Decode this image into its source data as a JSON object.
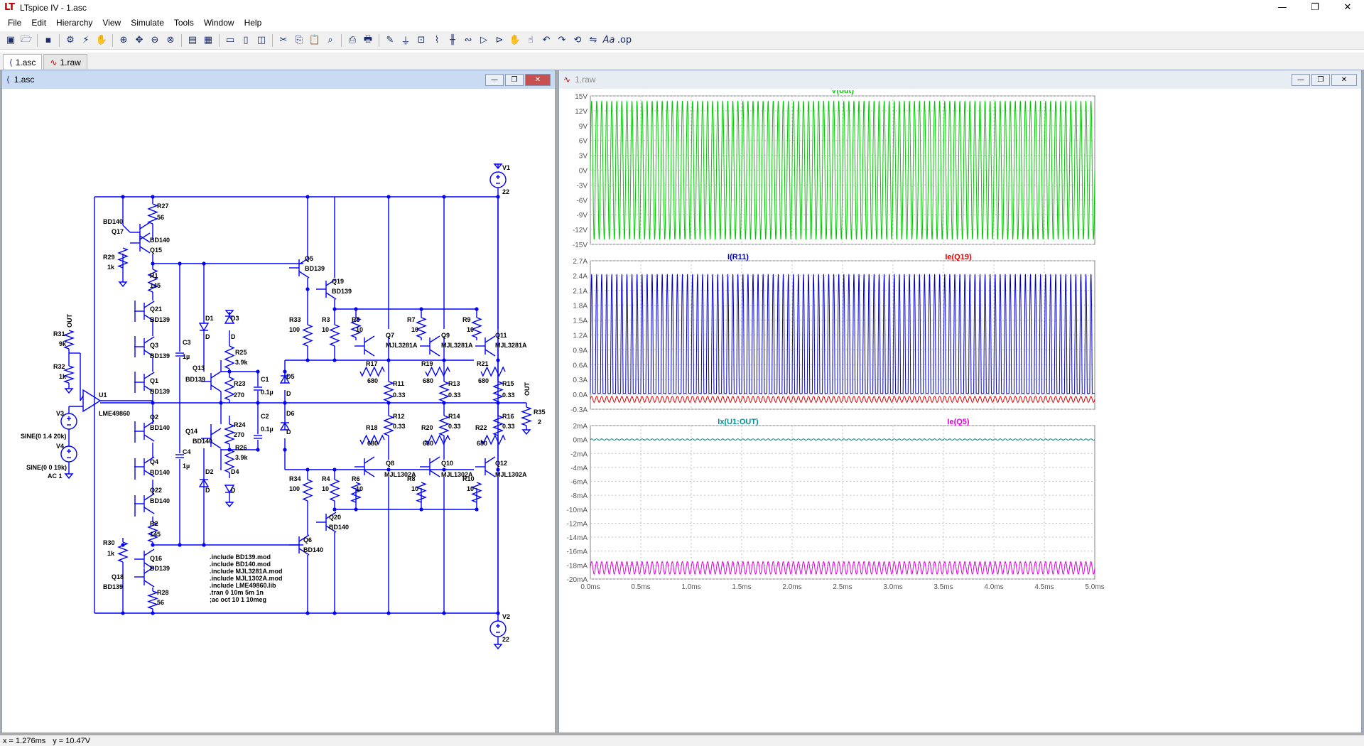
{
  "window": {
    "title": "LTspice IV - 1.asc",
    "app_icon": "ltspice-logo-icon"
  },
  "menu": [
    "File",
    "Edit",
    "Hierarchy",
    "View",
    "Simulate",
    "Tools",
    "Window",
    "Help"
  ],
  "tabs": [
    {
      "label": "1.asc",
      "icon": "schematic-icon"
    },
    {
      "label": "1.raw",
      "icon": "waveform-icon"
    }
  ],
  "schematic_window": {
    "title": "1.asc"
  },
  "waveform_window": {
    "title": "1.raw"
  },
  "colors": {
    "wire": "#0000ff",
    "green": "#00c800",
    "blue": "#0000c8",
    "red": "#e00000",
    "teal": "#009090",
    "magenta": "#e000e0",
    "grid": "#c0c0c0"
  },
  "schematic": {
    "labels": [
      "V1",
      "22",
      "V2",
      "22",
      "R27",
      "56",
      "BD140",
      "Q17",
      "BD140",
      "Q15",
      "R29",
      "1k",
      "R1",
      "145",
      "Q21",
      "BD139",
      "Q3",
      "BD139",
      "Q1",
      "BD139",
      "Q2",
      "BD140",
      "Q4",
      "BD140",
      "Q22",
      "BD140",
      "R2",
      "145",
      "R30",
      "1k",
      "Q16",
      "BD139",
      "Q18",
      "BD139",
      "R28",
      "56",
      "R31",
      "9k",
      "R32",
      "1k",
      "OUT",
      "U1",
      "LME49860",
      "V3",
      "SINE(0 1.4 20k)",
      "V4",
      "SINE(0 0 19k)",
      "AC 1",
      "C3",
      "1µ",
      "C4",
      "1µ",
      "D1",
      "D",
      "D2",
      "D",
      "D3",
      "D",
      "D4",
      "D",
      "R25",
      "3.9k",
      "R26",
      "3.9k",
      "Q13",
      "BD139",
      "Q14",
      "BD140",
      "R23",
      "270",
      "R24",
      "270",
      "C1",
      "0.1µ",
      "C2",
      "0.1µ",
      "D5",
      "D",
      "D6",
      "D",
      "Q5",
      "BD139",
      "Q19",
      "BD139",
      "R33",
      "100",
      "R3",
      "10",
      "R34",
      "100",
      "R4",
      "10",
      "Q6",
      "BD140",
      "Q20",
      "BD140",
      "R5",
      "10",
      "Q7",
      "MJL3281A",
      "R7",
      "10",
      "Q9",
      "MJL3281A",
      "R9",
      "10",
      "Q11",
      "MJL3281A",
      "R17",
      "680",
      "R19",
      "680",
      "R21",
      "680",
      "R11",
      "0.33",
      "R13",
      "0.33",
      "R15",
      "0.33",
      "R12",
      "0.33",
      "R14",
      "0.33",
      "R16",
      "0.33",
      "R18",
      "680",
      "R20",
      "680",
      "R22",
      "680",
      "R6",
      "10",
      "Q8",
      "MJL1302A",
      "R8",
      "10",
      "Q10",
      "MJL1302A",
      "R10",
      "10",
      "Q12",
      "MJL1302A",
      "OUT",
      "R35",
      "2"
    ],
    "directives": [
      ".include BD139.mod",
      ".include BD140.mod",
      ".include MJL3281A.mod",
      ".include MJL1302A.mod",
      ".include LME49860.lib",
      ".tran 0 10m 5m 1n",
      ";ac oct 10 1 10meg"
    ]
  },
  "chart_data": [
    {
      "type": "line",
      "title": "V(out)",
      "series": [
        {
          "name": "V(out)",
          "color": "#00c800",
          "amplitude": 14,
          "offset": 0,
          "cycles": 100
        }
      ],
      "yticks": [
        "15V",
        "12V",
        "9V",
        "6V",
        "3V",
        "0V",
        "-3V",
        "-6V",
        "-9V",
        "-12V",
        "-15V"
      ],
      "ylim": [
        -15,
        15
      ],
      "xlim": [
        0,
        5
      ]
    },
    {
      "type": "line",
      "series": [
        {
          "name": "I(R11)",
          "color": "#0000c8",
          "kind": "halfwave",
          "peak": 2.43,
          "base": 0.02,
          "cycles": 100
        },
        {
          "name": "Ie(Q19)",
          "color": "#e00000",
          "kind": "sine",
          "amplitude": 0.06,
          "offset": -0.1,
          "cycles": 100
        }
      ],
      "yticks": [
        "2.7A",
        "2.4A",
        "2.1A",
        "1.8A",
        "1.5A",
        "1.2A",
        "0.9A",
        "0.6A",
        "0.3A",
        "0.0A",
        "-0.3A"
      ],
      "ylim": [
        -0.3,
        2.7
      ],
      "xlim": [
        0,
        5
      ]
    },
    {
      "type": "line",
      "series": [
        {
          "name": "Ix(U1:OUT)",
          "color": "#009090",
          "kind": "sine",
          "amplitude": 0.1,
          "offset": 0,
          "cycles": 100
        },
        {
          "name": "Ie(Q5)",
          "color": "#e000e0",
          "kind": "sine",
          "amplitude": 0.9,
          "offset": -18.4,
          "cycles": 100
        }
      ],
      "yticks": [
        "2mA",
        "0mA",
        "-2mA",
        "-4mA",
        "-6mA",
        "-8mA",
        "-10mA",
        "-12mA",
        "-14mA",
        "-16mA",
        "-18mA",
        "-20mA"
      ],
      "ylim": [
        -20,
        2
      ],
      "xlim": [
        0,
        5
      ],
      "xticks": [
        "0.0ms",
        "0.5ms",
        "1.0ms",
        "1.5ms",
        "2.0ms",
        "2.5ms",
        "3.0ms",
        "3.5ms",
        "4.0ms",
        "4.5ms",
        "5.0ms"
      ]
    }
  ],
  "status": {
    "x": "x = 1.276ms",
    "y": "y = 10.47V"
  }
}
